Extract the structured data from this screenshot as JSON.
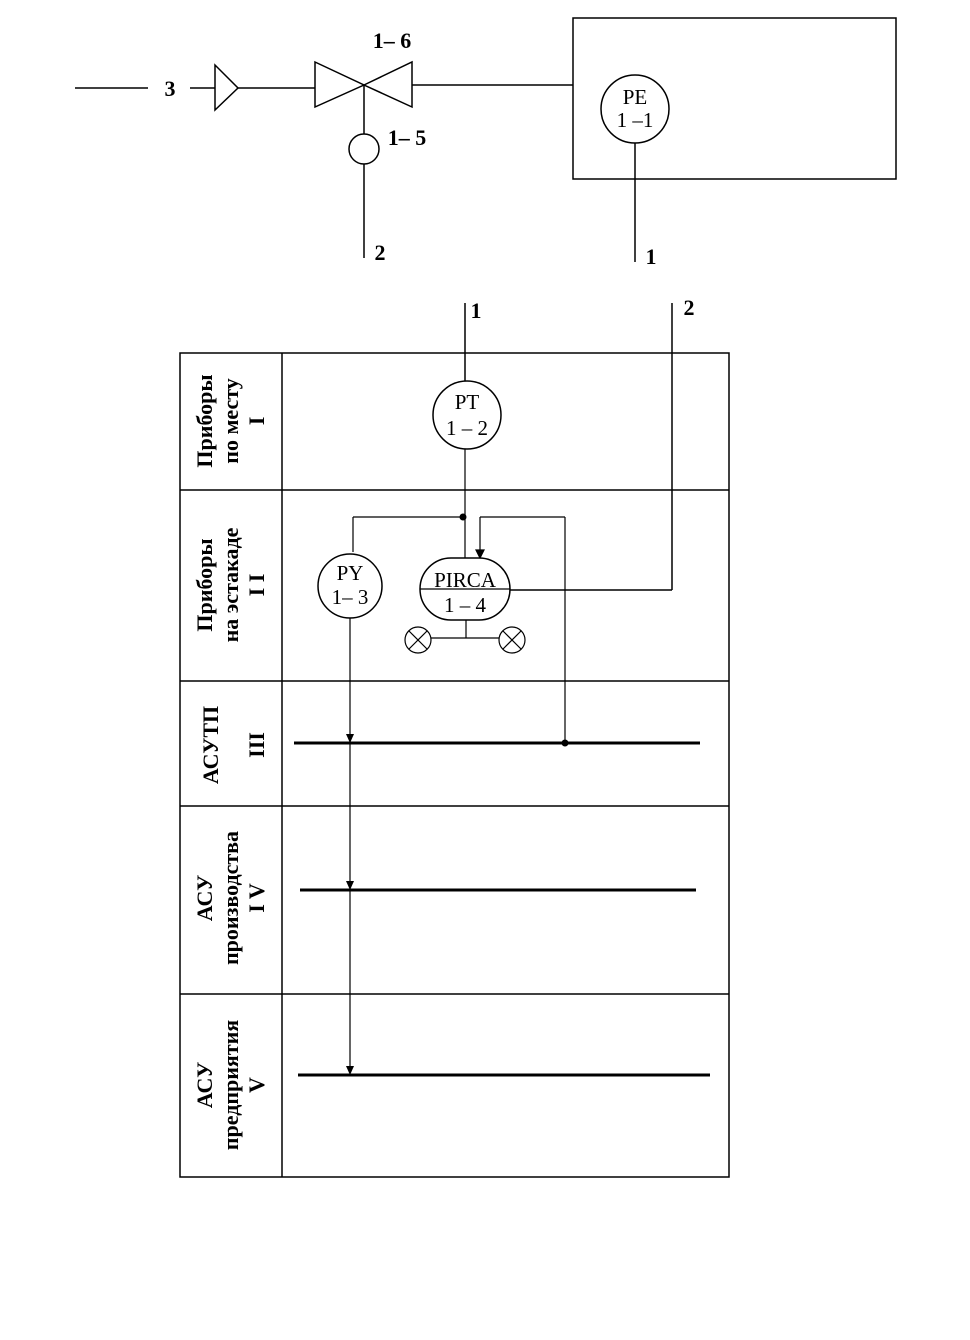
{
  "top": {
    "line_label_3": "3",
    "valve_label": "1– 6",
    "actuator_label": "1– 5",
    "line_label_2": "2",
    "line_label_1": "1",
    "sensor": {
      "top": "PE",
      "bottom": "1 –1"
    }
  },
  "table": {
    "in_label_1": "1",
    "in_label_2": "2",
    "rows": [
      {
        "line1": "Приборы",
        "line2": "по месту",
        "line3": "I"
      },
      {
        "line1": "Приборы",
        "line2": "на эстакаде",
        "line3": "I I"
      },
      {
        "line1": "АСУТП",
        "line2": "",
        "line3": "III"
      },
      {
        "line1": "АСУ",
        "line2": "производства",
        "line3": "I V"
      },
      {
        "line1": "АСУ",
        "line2": "предприятия",
        "line3": "V"
      }
    ],
    "pt": {
      "top": "PT",
      "bottom": "1 – 2"
    },
    "py": {
      "top": "PY",
      "bottom": "1– 3"
    },
    "pircs": {
      "top": "PIRCA",
      "bottom": "1 – 4"
    }
  }
}
